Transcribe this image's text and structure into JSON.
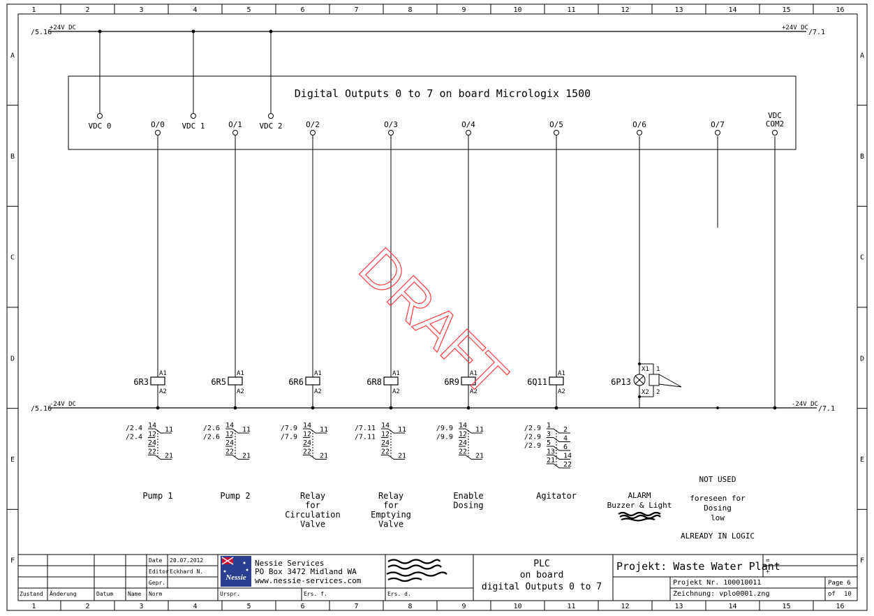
{
  "frame": {
    "columns": [
      "1",
      "2",
      "3",
      "4",
      "5",
      "6",
      "7",
      "8",
      "9",
      "10",
      "11",
      "12",
      "13",
      "14",
      "15",
      "16"
    ],
    "rows": [
      "A",
      "B",
      "C",
      "D",
      "E",
      "F"
    ]
  },
  "rails": {
    "top_left_ref": "/5.16",
    "top_label_left": "+24V DC",
    "top_label_right": "+24V DC",
    "top_right_ref": "/7.1",
    "bottom_left_ref": "/5.16",
    "bottom_label_left": "-24V DC",
    "bottom_label_right": "-24V DC",
    "bottom_right_ref": "/7.1"
  },
  "plc": {
    "title": "Digital Outputs   0 to 7   on board Micrologix 1500",
    "terminals": [
      {
        "label": "VDC 0"
      },
      {
        "label": "O/0"
      },
      {
        "label": "VDC 1"
      },
      {
        "label": "O/1"
      },
      {
        "label": "VDC 2"
      },
      {
        "label": "O/2"
      },
      {
        "label": "O/3"
      },
      {
        "label": "O/4"
      },
      {
        "label": "O/5"
      },
      {
        "label": "O/6"
      },
      {
        "label": "O/7"
      },
      {
        "label": "VDC",
        "label2": "COM2"
      }
    ]
  },
  "coils": [
    {
      "tag": "6R3",
      "a1": "A1",
      "a2": "A2",
      "desc": [
        "Pump 1"
      ],
      "contacts": [
        {
          "ref": "/2.4",
          "l": "14",
          "r": "11"
        },
        {
          "ref": "/2.4",
          "l": "12",
          "r": ""
        },
        {
          "ref": "",
          "l": "24",
          "r": ""
        },
        {
          "ref": "",
          "l": "22",
          "r": "21"
        }
      ]
    },
    {
      "tag": "6R5",
      "a1": "A1",
      "a2": "A2",
      "desc": [
        "Pump 2"
      ],
      "contacts": [
        {
          "ref": "/2.6",
          "l": "14",
          "r": "11"
        },
        {
          "ref": "/2.6",
          "l": "12",
          "r": ""
        },
        {
          "ref": "",
          "l": "24",
          "r": ""
        },
        {
          "ref": "",
          "l": "22",
          "r": "21"
        }
      ]
    },
    {
      "tag": "6R6",
      "a1": "A1",
      "a2": "A2",
      "desc": [
        "Relay",
        "for",
        "Circulation",
        "Valve"
      ],
      "contacts": [
        {
          "ref": "/7.9",
          "l": "14",
          "r": "11"
        },
        {
          "ref": "/7.9",
          "l": "12",
          "r": ""
        },
        {
          "ref": "",
          "l": "24",
          "r": ""
        },
        {
          "ref": "",
          "l": "22",
          "r": "21"
        }
      ]
    },
    {
      "tag": "6R8",
      "a1": "A1",
      "a2": "A2",
      "desc": [
        "Relay",
        "for",
        "Emptying",
        "Valve"
      ],
      "contacts": [
        {
          "ref": "/7.11",
          "l": "14",
          "r": "11"
        },
        {
          "ref": "/7.11",
          "l": "12",
          "r": ""
        },
        {
          "ref": "",
          "l": "24",
          "r": ""
        },
        {
          "ref": "",
          "l": "22",
          "r": "21"
        }
      ]
    },
    {
      "tag": "6R9",
      "a1": "A1",
      "a2": "A2",
      "desc": [
        "Enable",
        "Dosing"
      ],
      "contacts": [
        {
          "ref": "/9.9",
          "l": "14",
          "r": "11"
        },
        {
          "ref": "/9.9",
          "l": "12",
          "r": ""
        },
        {
          "ref": "",
          "l": "24",
          "r": ""
        },
        {
          "ref": "",
          "l": "22",
          "r": "21"
        }
      ]
    },
    {
      "tag": "6Q11",
      "a1": "A1",
      "a2": "A2",
      "desc": [
        "Agitator"
      ],
      "contacts": [
        {
          "ref": "/2.9",
          "l": "1",
          "r": "2"
        },
        {
          "ref": "/2.9",
          "l": "3",
          "r": "4"
        },
        {
          "ref": "/2.9",
          "l": "5",
          "r": "6"
        },
        {
          "ref": "",
          "l": "13",
          "r": "14"
        },
        {
          "ref": "",
          "l": "21",
          "r": "22"
        }
      ]
    }
  ],
  "alarm": {
    "tag": "6P13",
    "x1": "X1",
    "x2": "X2",
    "t1": "1",
    "t2": "2",
    "desc": [
      "ALARM",
      "Buzzer & Light"
    ]
  },
  "o7_notes": {
    "line1": "NOT USED",
    "line2": [
      "foreseen for",
      "Dosing",
      "low"
    ],
    "line3": "ALREADY IN LOGIC"
  },
  "watermark": "DRAFT",
  "title_block": {
    "headers": {
      "zustand": "Zustand",
      "anderung": "Änderung",
      "datum": "Datum",
      "name": "Name",
      "norm": "Norm",
      "urspr": "Urspr.",
      "ersf": "Ers. f.",
      "ersd": "Ers. d."
    },
    "date_label": "Date",
    "date_value": "20.07.2012",
    "editor_label": "Editor",
    "editor_value": "Eckhard N.",
    "gepr_label": "Gepr.",
    "company_logo": "Nessie",
    "company": [
      "Nessie Services",
      "PO Box 3472  Midland WA",
      "www.nessie-services.com"
    ],
    "drawing_title": [
      "PLC",
      "on board",
      "digital Outputs 0 to 7"
    ],
    "project": "Projekt: Waste Water Plant",
    "project_no": "Projekt Nr. 100010011",
    "drawing_no": "Zeichnung:  vplo0001.zng",
    "eq": "=",
    "plus": "+",
    "page": "Page 6",
    "of": "of",
    "of_total": "10"
  },
  "colors": {
    "watermark": "#ff3b3b",
    "logo_bg": "#2a3f8f",
    "logo_text": "#ffffff"
  }
}
